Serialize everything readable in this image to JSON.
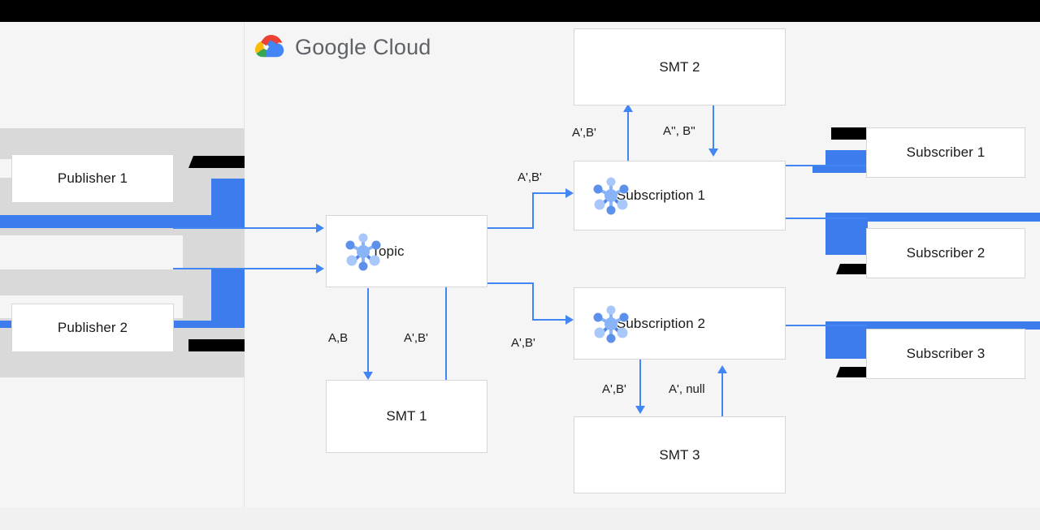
{
  "brand": {
    "name": "Google Cloud",
    "logo_icon": "google-cloud-logo-icon",
    "colors": {
      "red": "#EA4335",
      "blue": "#4285F4",
      "yellow": "#FBBC05",
      "green": "#34A853",
      "wordmark": "#5F6368"
    }
  },
  "theme": {
    "arrow_blue": "#4285F4",
    "block_blue": "#3C7CEC",
    "panel_bg": "#F5F5F5",
    "page_bg": "#F4F4F4",
    "gray_block": "#D9D9D9",
    "node_bg": "#FFFFFF",
    "node_border": "#D6D6D6",
    "redaction": "#000000",
    "text": "#1A1A1A"
  },
  "diagram": {
    "type": "pubsub-flow-diagram",
    "nodes": [
      {
        "id": "publisher1",
        "label": "Publisher 1",
        "icon": null
      },
      {
        "id": "publisher2",
        "label": "Publisher 2",
        "icon": null
      },
      {
        "id": "topic",
        "label": "Topic",
        "icon": "pubsub-node-icon"
      },
      {
        "id": "smt1",
        "label": "SMT 1",
        "icon": null
      },
      {
        "id": "smt2",
        "label": "SMT 2",
        "icon": null
      },
      {
        "id": "smt3",
        "label": "SMT 3",
        "icon": null
      },
      {
        "id": "subscription1",
        "label": "Subscription 1",
        "icon": "pubsub-node-icon"
      },
      {
        "id": "subscription2",
        "label": "Subscription 2",
        "icon": "pubsub-node-icon"
      },
      {
        "id": "subscriber1",
        "label": "Subscriber 1",
        "icon": null
      },
      {
        "id": "subscriber2",
        "label": "Subscriber 2",
        "icon": null
      },
      {
        "id": "subscriber3",
        "label": "Subscriber 3",
        "icon": null
      }
    ],
    "edge_labels": {
      "topic_to_sub1": "A',B'",
      "topic_to_sub2": "A',B'",
      "topic_to_smt1": "A,B",
      "smt1_to_topic": "A',B'",
      "sub1_to_smt2": "A',B'",
      "smt2_to_sub1": "A'', B''",
      "sub2_to_smt3": "A',B'",
      "smt3_to_sub2": "A', null"
    }
  }
}
